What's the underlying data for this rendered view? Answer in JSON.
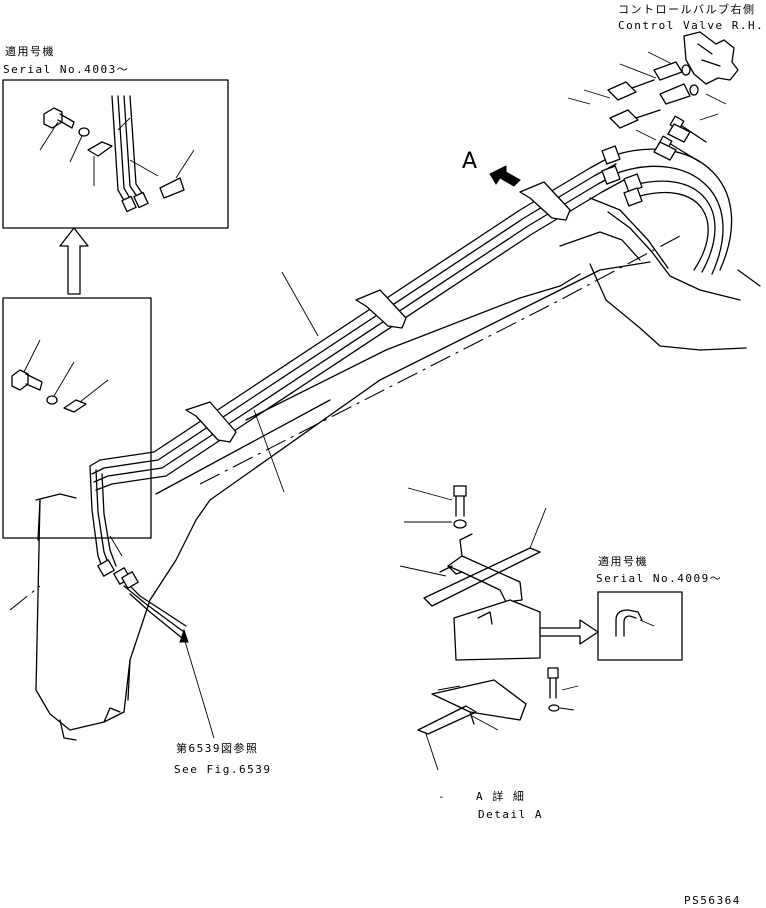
{
  "labels": {
    "control_valve_jp": "コントロールバルブ右側",
    "control_valve_en": "Control Valve R.H.",
    "serial_top_jp": "適用号機",
    "serial_top_en": "Serial No.4003～",
    "view_a": "A",
    "serial_right_jp": "適用号機",
    "serial_right_en": "Serial No.4009～",
    "see_fig_jp": "第6539図参照",
    "see_fig_en": "See Fig.6539",
    "detail_jp": "A 詳 細",
    "detail_en": "Detail A",
    "drawing_number": "PS56364"
  }
}
